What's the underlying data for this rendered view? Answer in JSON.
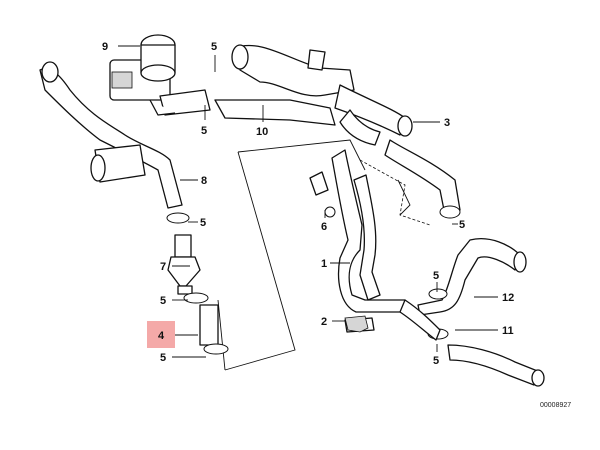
{
  "diagram": {
    "reference_number": "00008927",
    "highlight_color": "#f4a9a8",
    "line_color": "#111111",
    "highlighted_part": "4",
    "callouts": [
      {
        "id": "c9",
        "label": "9"
      },
      {
        "id": "c5a",
        "label": "5"
      },
      {
        "id": "c5b",
        "label": "5"
      },
      {
        "id": "c10",
        "label": "10"
      },
      {
        "id": "c3",
        "label": "3"
      },
      {
        "id": "c8",
        "label": "8"
      },
      {
        "id": "c5c",
        "label": "5"
      },
      {
        "id": "c5d",
        "label": "5"
      },
      {
        "id": "c6",
        "label": "6"
      },
      {
        "id": "c7",
        "label": "7"
      },
      {
        "id": "c1",
        "label": "1"
      },
      {
        "id": "c5e",
        "label": "5"
      },
      {
        "id": "c12",
        "label": "12"
      },
      {
        "id": "c5f",
        "label": "5"
      },
      {
        "id": "c2",
        "label": "2"
      },
      {
        "id": "c4",
        "label": "4"
      },
      {
        "id": "c11",
        "label": "11"
      },
      {
        "id": "c5g",
        "label": "5"
      },
      {
        "id": "c5h",
        "label": "5"
      }
    ]
  }
}
